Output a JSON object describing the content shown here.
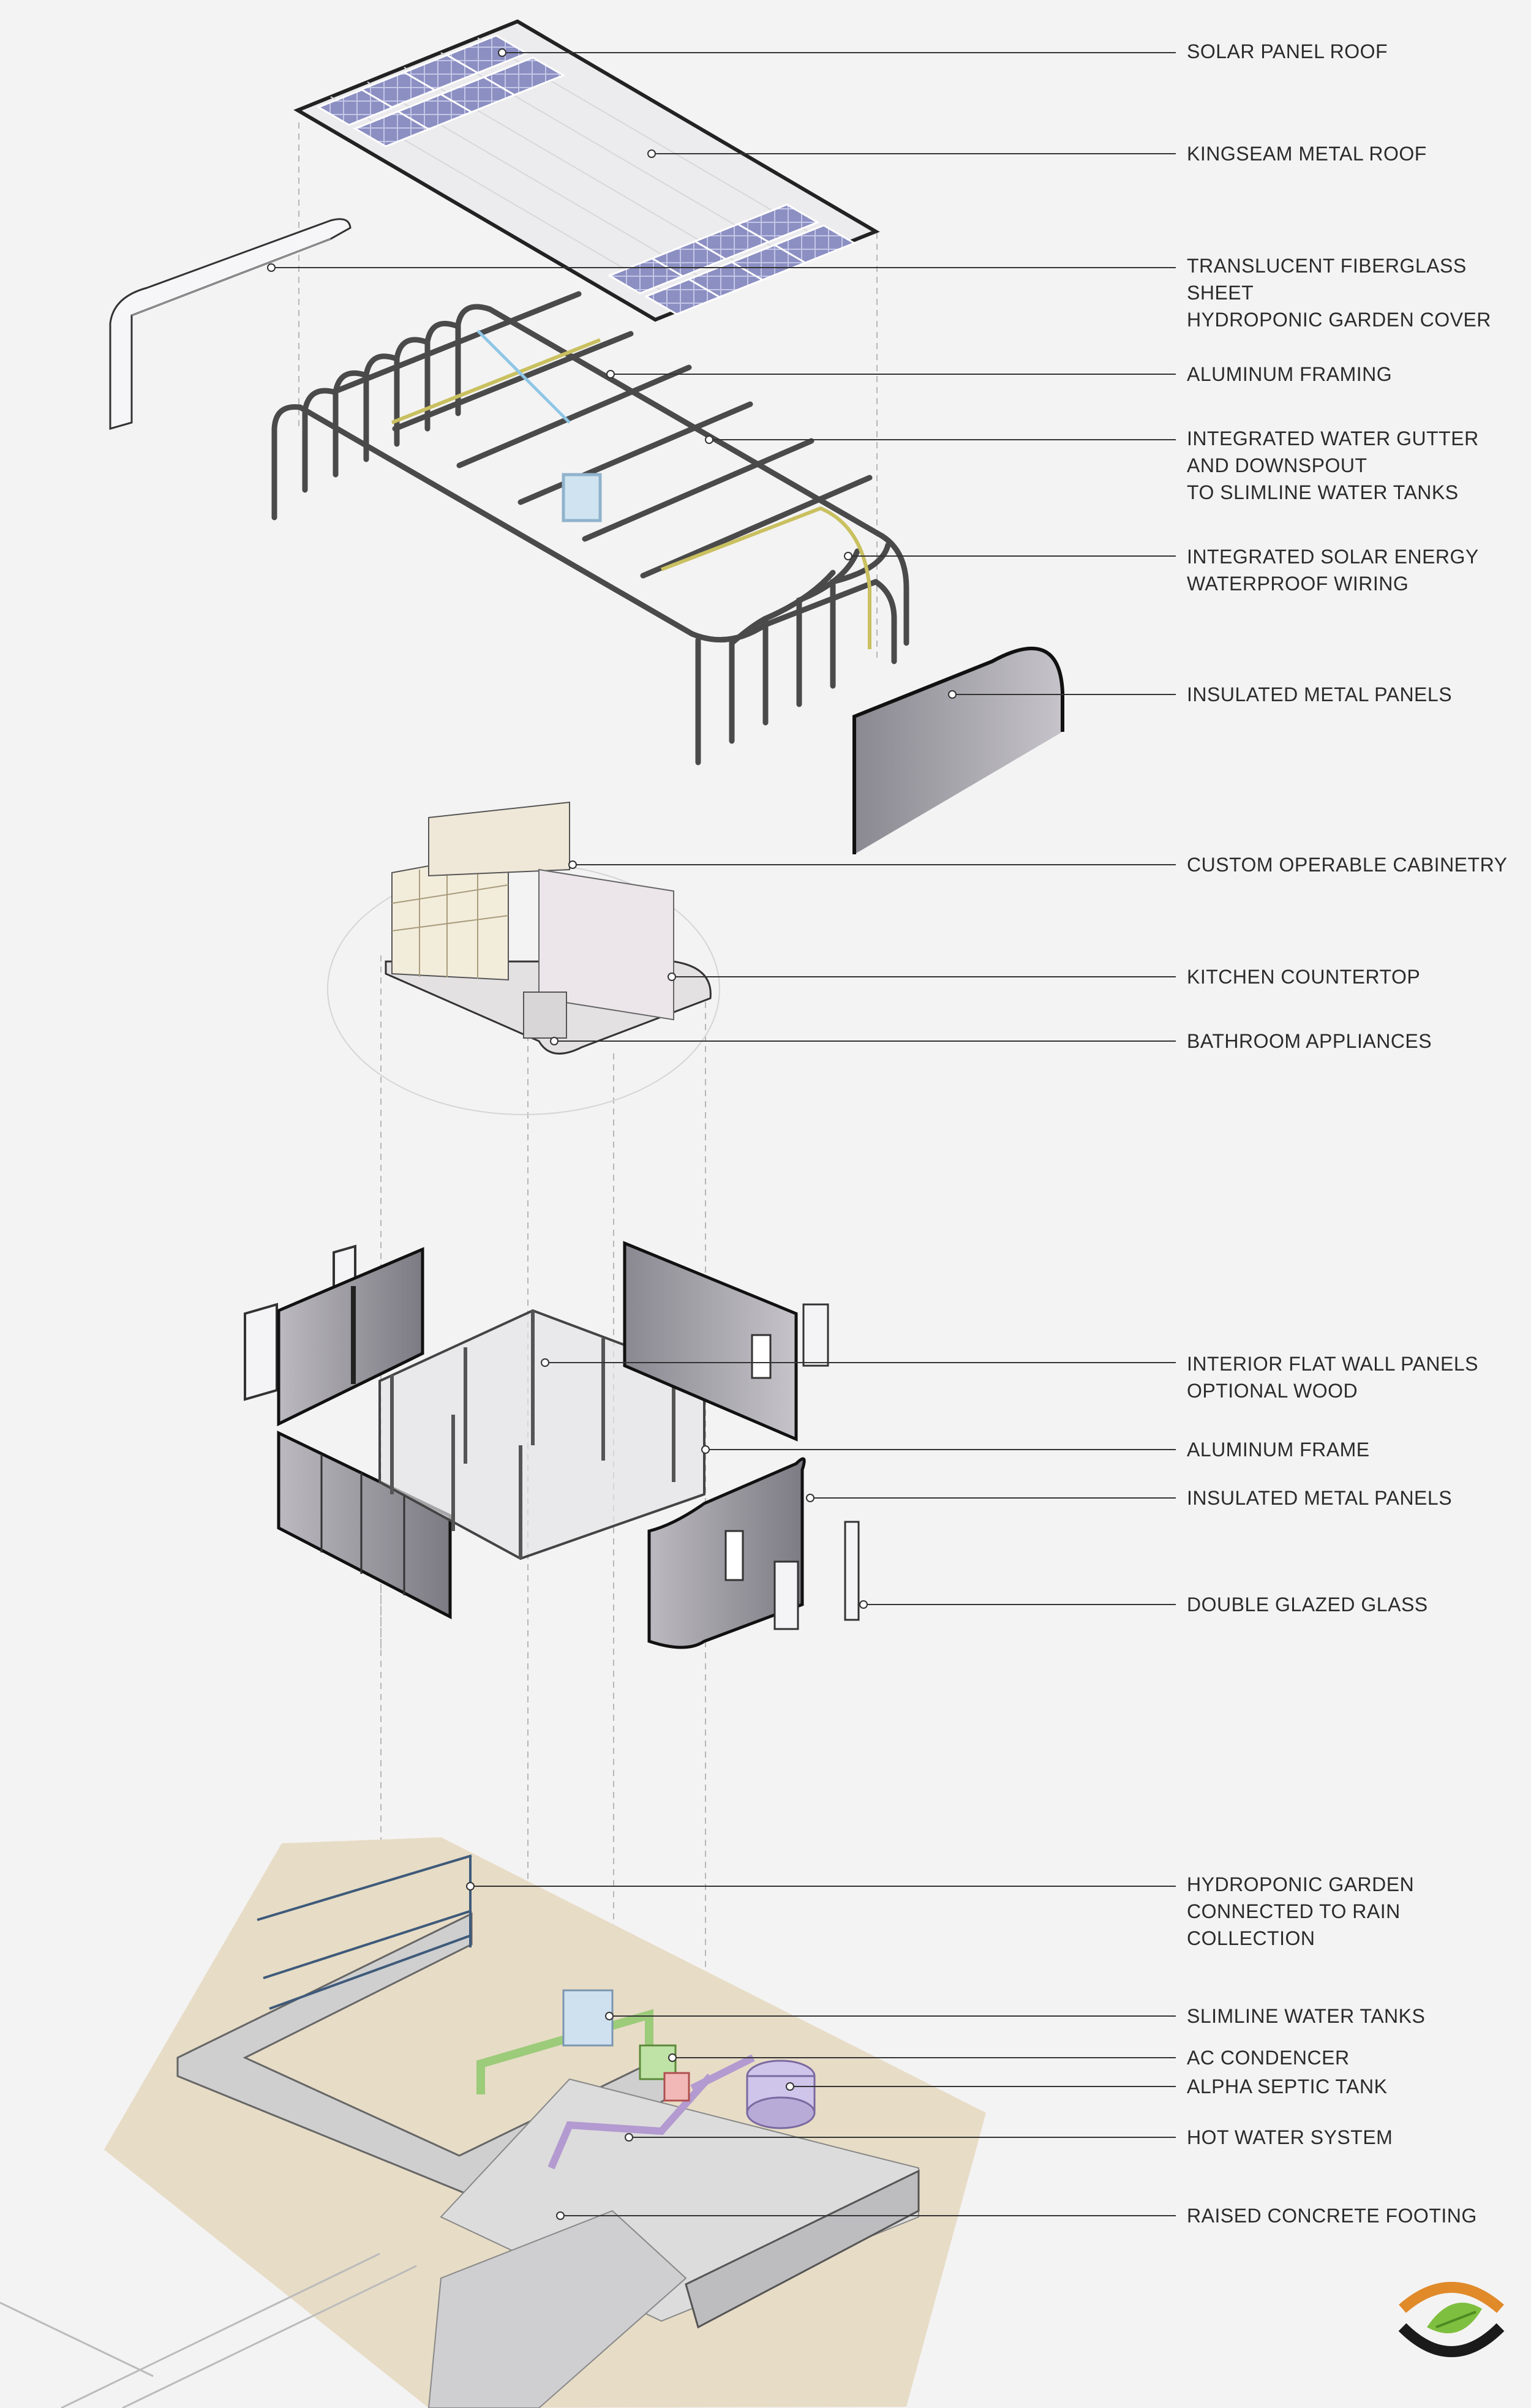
{
  "labels": [
    {
      "id": "solar-panel-roof",
      "text": "SOLAR PANEL ROOF"
    },
    {
      "id": "kingseam-metal-roof",
      "text": "KINGSEAM  METAL ROOF"
    },
    {
      "id": "translucent-fiberglass-sheet",
      "text": "TRANSLUCENT FIBERGLASS SHEET\nHYDROPONIC GARDEN COVER"
    },
    {
      "id": "aluminum-framing",
      "text": "ALUMINUM FRAMING"
    },
    {
      "id": "integrated-water-gutter",
      "text": "INTEGRATED WATER GUTTER\nAND DOWNSPOUT\nTO SLIMLINE WATER TANKS"
    },
    {
      "id": "integrated-solar-wiring",
      "text": "INTEGRATED SOLAR ENERGY\nWATERPROOF WIRING"
    },
    {
      "id": "insulated-metal-panels-roof",
      "text": "INSULATED METAL PANELS"
    },
    {
      "id": "custom-operable-cabinetry",
      "text": "CUSTOM OPERABLE CABINETRY"
    },
    {
      "id": "kitchen-countertop",
      "text": "KITCHEN COUNTERTOP"
    },
    {
      "id": "bathroom-appliances",
      "text": "BATHROOM APPLIANCES"
    },
    {
      "id": "interior-flat-wall-panels",
      "text": "INTERIOR FLAT WALL PANELS\nOPTIONAL WOOD"
    },
    {
      "id": "aluminum-frame",
      "text": "ALUMINUM FRAME"
    },
    {
      "id": "insulated-metal-panels-walls",
      "text": "INSULATED METAL PANELS"
    },
    {
      "id": "double-glazed-glass",
      "text": "DOUBLE GLAZED GLASS"
    },
    {
      "id": "hydroponic-garden",
      "text": "HYDROPONIC GARDEN\nCONNECTED TO RAIN COLLECTION"
    },
    {
      "id": "slimline-water-tanks",
      "text": "SLIMLINE WATER TANKS"
    },
    {
      "id": "ac-condencer",
      "text": "AC CONDENCER"
    },
    {
      "id": "alpha-septic-tank",
      "text": "ALPHA SEPTIC TANK"
    },
    {
      "id": "hot-water-system",
      "text": "HOT WATER SYSTEM"
    },
    {
      "id": "raised-concrete-footing",
      "text": "RAISED CONCRETE FOOTING"
    }
  ],
  "logo": {
    "name": "eye-leaf-logo",
    "colors": [
      "#e08a2a",
      "#1a1a1a",
      "#7fbf3f"
    ]
  }
}
